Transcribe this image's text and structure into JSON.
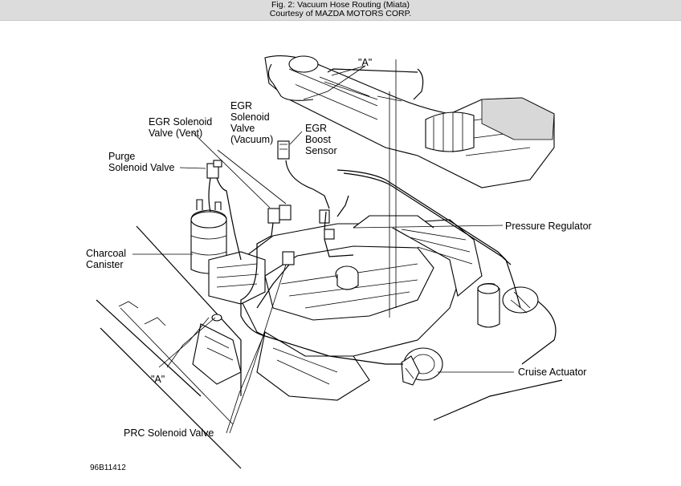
{
  "header": {
    "title": "Fig. 2: Vacuum Hose Routing (Miata)",
    "credit": "Courtesy of MAZDA MOTORS CORP."
  },
  "labels": {
    "a_top": "\"A\"",
    "egr_vent_1": "EGR Solenoid",
    "egr_vent_2": "Valve (Vent)",
    "egr_vac_1": "EGR",
    "egr_vac_2": "Solenoid",
    "egr_vac_3": "Valve",
    "egr_vac_4": "(Vacuum)",
    "egr_boost_1": "EGR",
    "egr_boost_2": "Boost",
    "egr_boost_3": "Sensor",
    "purge_1": "Purge",
    "purge_2": "Solenoid Valve",
    "pressure_regulator": "Pressure Regulator",
    "charcoal_1": "Charcoal",
    "charcoal_2": "Canister",
    "cruise_actuator": "Cruise Actuator",
    "a_bottom": "\"A\"",
    "prc": "PRC Solenoid Valve",
    "figure_code": "96B11412"
  }
}
